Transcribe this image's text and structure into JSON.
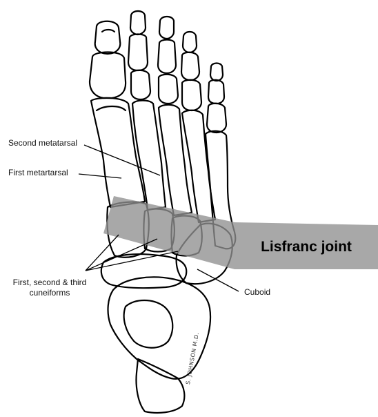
{
  "labels": {
    "second_metatarsal": "Second metatarsal",
    "first_metatarsal": "First metartarsal",
    "cuneiforms_line1": "First, second & third",
    "cuneiforms_line2": "cuneiforms",
    "cuboid": "Cuboid",
    "lisfranc_joint": "Lisfranc joint"
  },
  "signature": "S. JOHNSON M.D.",
  "colors": {
    "band": "#8f8f8f",
    "bone_outline": "#000000",
    "background": "#ffffff"
  }
}
